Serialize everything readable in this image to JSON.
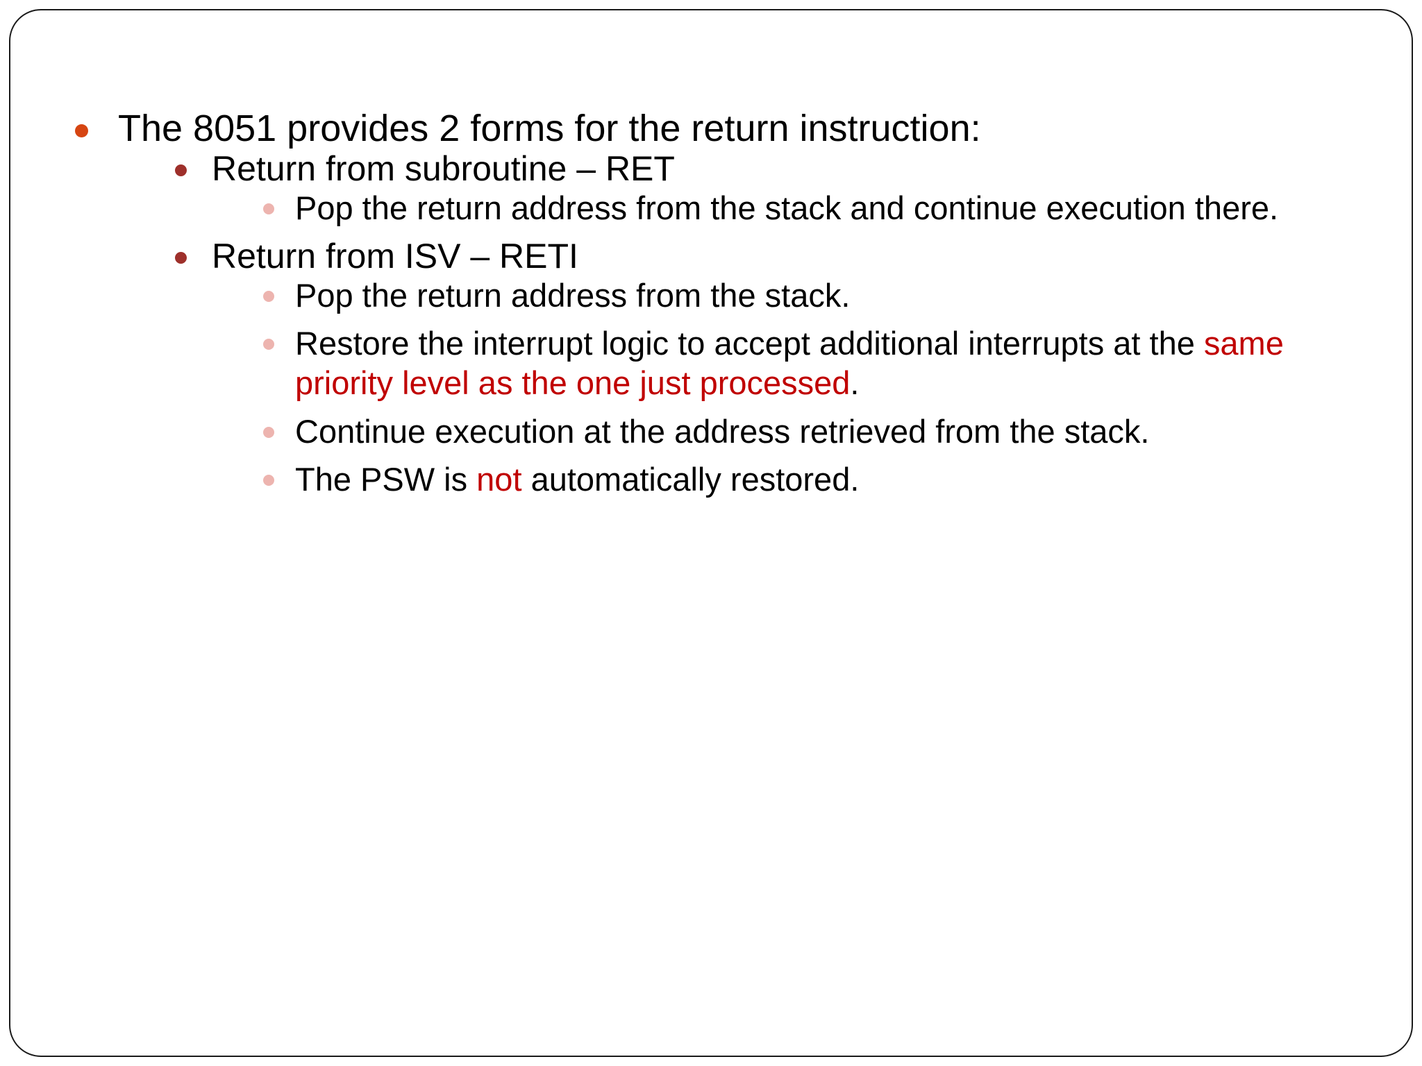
{
  "slide": {
    "background_color": "#FFFFFF",
    "border_color": "#1A1A1A",
    "text_color": "#000000",
    "accent_red": "#C00000",
    "bullet_colors": {
      "level1": "#D64512",
      "level2": "#9E302B",
      "level3": "#EDB4AF"
    },
    "bullets": {
      "l1": {
        "text": "The 8051 provides 2 forms for the return instruction:",
        "children": [
          {
            "text": "Return from subroutine – RET",
            "children": [
              {
                "parts": [
                  {
                    "text": "Pop the return address from the stack and continue execution there.",
                    "color": "black"
                  }
                ]
              }
            ]
          },
          {
            "text": "Return from ISV – RETI",
            "children": [
              {
                "parts": [
                  {
                    "text": "Pop the return address from the stack.",
                    "color": "black"
                  }
                ]
              },
              {
                "parts": [
                  {
                    "text": "Restore the interrupt logic to accept additional interrupts at the ",
                    "color": "black"
                  },
                  {
                    "text": "same priority level as the one just processed",
                    "color": "red"
                  },
                  {
                    "text": ".",
                    "color": "black"
                  }
                ]
              },
              {
                "parts": [
                  {
                    "text": "Continue execution at the address retrieved from the stack.",
                    "color": "black"
                  }
                ]
              },
              {
                "parts": [
                  {
                    "text": "The PSW is ",
                    "color": "black"
                  },
                  {
                    "text": "not",
                    "color": "red"
                  },
                  {
                    "text": " automatically restored.",
                    "color": "black"
                  }
                ]
              }
            ]
          }
        ]
      }
    },
    "flat_text": {
      "line1": "The 8051 provides 2 forms for the return instruction:",
      "line2": "Return from subroutine – RET",
      "line3": "Pop the return address from the stack and continue execution there.",
      "line4": "Return from ISV – RETI",
      "line5": "Pop the return address from the stack.",
      "line6a": "Restore the interrupt logic to accept additional interrupts at the ",
      "line6b": "same priority level as the one just processed",
      "line6c": ".",
      "line7": "Continue execution at the address retrieved from the stack.",
      "line8a": "The PSW is ",
      "line8b": "not",
      "line8c": " automatically restored."
    }
  }
}
